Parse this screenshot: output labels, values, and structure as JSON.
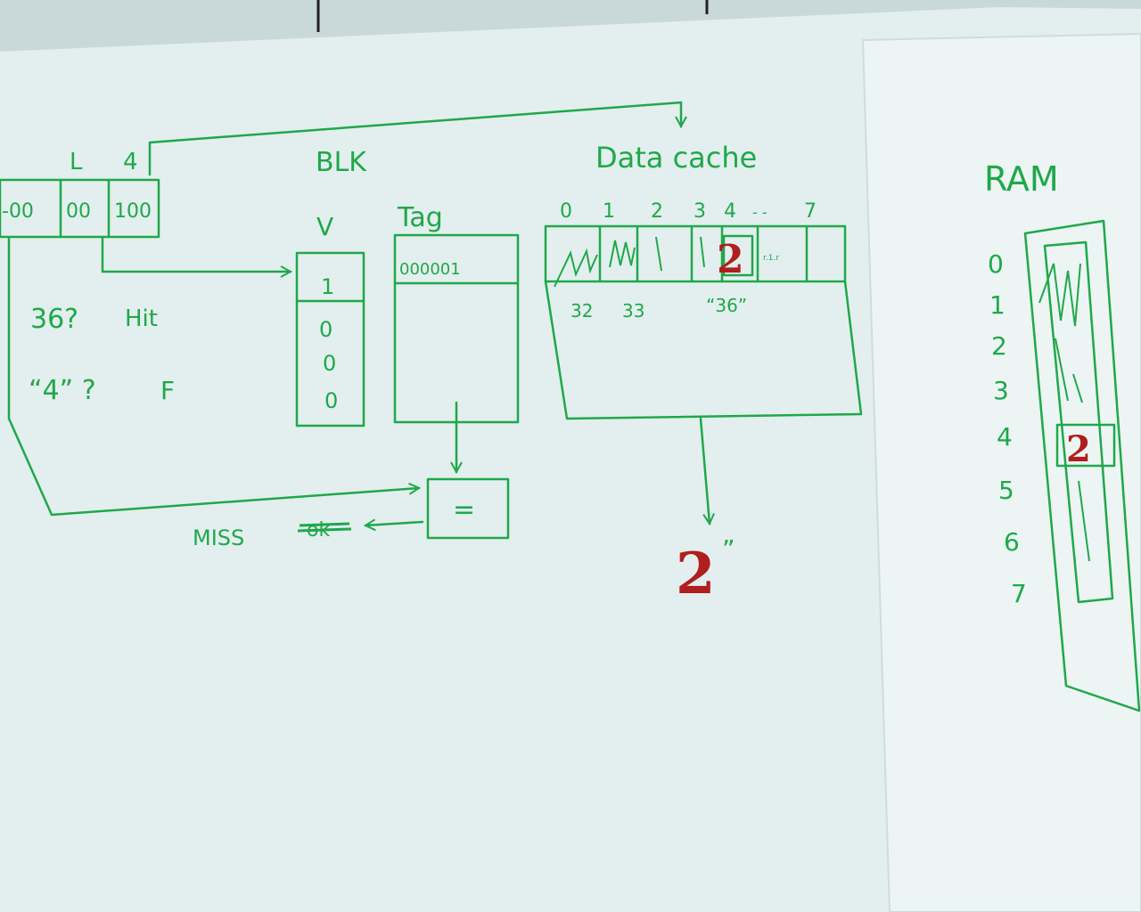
{
  "colors": {
    "ink": "#1fa84a",
    "red_ink": "#b01e1e",
    "paper": "#e3efee",
    "paper_right": "#ecf5f4",
    "background": "#c9d8d8"
  },
  "address": {
    "top_labels": [
      "L",
      "4"
    ],
    "fields": [
      "-00",
      "00",
      "100"
    ]
  },
  "blk": {
    "title": "BLK",
    "valid_header": "V",
    "valid_bits": [
      "1",
      "0",
      "0",
      "0"
    ]
  },
  "tag": {
    "title": "Tag",
    "first_entry": "000001"
  },
  "data_cache": {
    "title": "Data cache",
    "column_indices": [
      "0",
      "1",
      "2",
      "3",
      "4",
      "- -",
      "7"
    ],
    "cell_note": "r.1.r",
    "red_value": "2",
    "below_labels": [
      "32",
      "33",
      "“36”"
    ]
  },
  "questions": [
    {
      "text": "36?",
      "result": "Hit"
    },
    {
      "text": "“4” ?",
      "result": "F"
    }
  ],
  "comparator": {
    "symbol": "="
  },
  "miss": {
    "label": "MISS",
    "struck": "ok"
  },
  "output": {
    "red_value": "2",
    "quote": "”"
  },
  "ram": {
    "title": "RAM",
    "indices": [
      "0",
      "1",
      "2",
      "3",
      "4",
      "5",
      "6",
      "7"
    ],
    "red_value": "2"
  }
}
